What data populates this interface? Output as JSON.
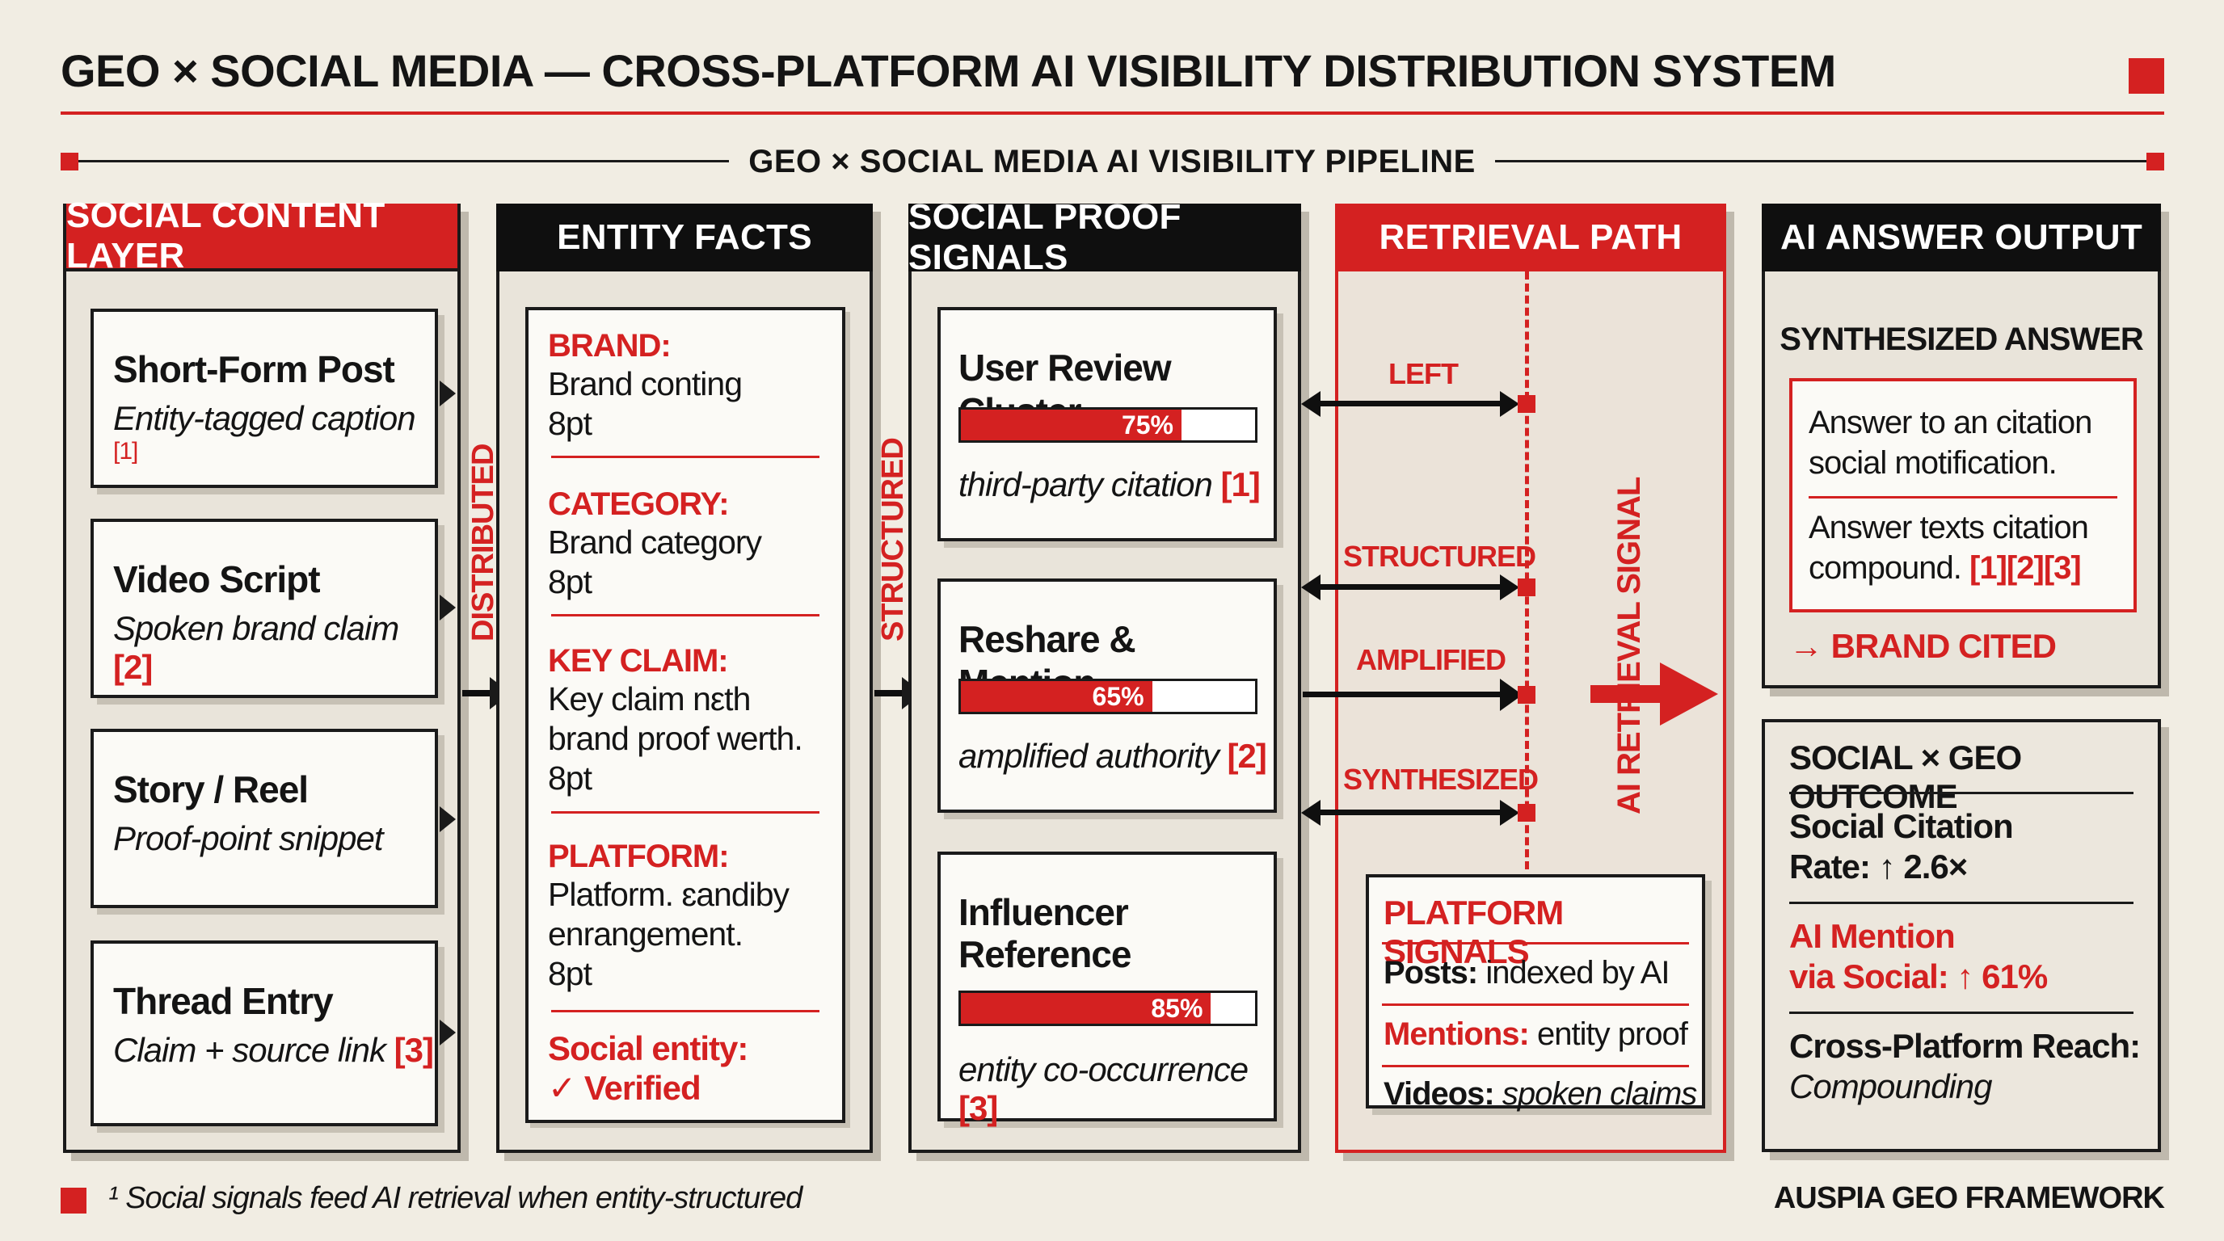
{
  "title": "GEO × SOCIAL MEDIA — CROSS-PLATFORM AI VISIBILITY DISTRIBUTION SYSTEM",
  "pipeline_label": "GEO × SOCIAL MEDIA AI VISIBILITY PIPELINE",
  "columns": {
    "social_content": {
      "header": "SOCIAL CONTENT LAYER",
      "cards": [
        {
          "title": "Short-Form Post",
          "sub": "Entity-tagged caption",
          "ref": "[1]"
        },
        {
          "title": "Video Script",
          "sub": "Spoken brand claim",
          "ref": "[2]"
        },
        {
          "title": "Story / Reel",
          "sub": "Proof-point snippet",
          "ref": ""
        },
        {
          "title": "Thread Entry",
          "sub": "Claim + source link",
          "ref": "[3]"
        }
      ],
      "side_label": "DISTRIBUTED"
    },
    "entity_facts": {
      "header": "ENTITY FACTS",
      "facts": [
        {
          "label": "BRAND:",
          "body": "Brand conting",
          "size": "8pt"
        },
        {
          "label": "CATEGORY:",
          "body": "Brand category",
          "size": "8pt"
        },
        {
          "label": "KEY CLAIM:",
          "body1": "Key claim nεth",
          "body2": "brand proof werth.",
          "size": "8pt"
        },
        {
          "label": "PLATFORM:",
          "body1": "Platform. ɛandiby",
          "body2": "enrangement.",
          "size": "8pt"
        }
      ],
      "social_entity_label": "Social entity:",
      "verified": "✓ Verified",
      "side_label": "STRUCTURED"
    },
    "social_proof": {
      "header": "SOCIAL PROOF SIGNALS",
      "cards": [
        {
          "title": "User Review Cluster",
          "percent": 75,
          "percent_label": "75%",
          "sub": "third-party citation",
          "ref": "[1]"
        },
        {
          "title": "Reshare & Mention",
          "percent": 65,
          "percent_label": "65%",
          "sub": "amplified authority",
          "ref": "[2]"
        },
        {
          "title1": "Influencer",
          "title2": "Reference",
          "percent": 85,
          "percent_label": "85%",
          "sub": "entity co-occurrence",
          "ref": "[3]"
        }
      ]
    },
    "retrieval": {
      "header": "RETRIEVAL PATH",
      "signals": [
        "LEFT",
        "STRUCTURED",
        "AMPLIFIED",
        "SYNTHESIZED"
      ],
      "vertical_label": "AI RETRIEVAL SIGNAL",
      "platform_signals": {
        "heading": "PLATFORM SIGNALS",
        "rows": [
          {
            "key": "Posts:",
            "value": " indexed by AI"
          },
          {
            "key": "Mentions:",
            "value": " entity proof"
          },
          {
            "key": "Videos:",
            "value": " spoken claims"
          }
        ]
      }
    },
    "ai_output": {
      "header": "AI ANSWER OUTPUT",
      "synth_heading": "SYNTHESIZED ANSWER",
      "answer1": "Answer to an citation social motification.",
      "answer2": "Answer texts citation compound.",
      "answer2_refs": "[1][2][3]",
      "brand_cited": "→ BRAND CITED",
      "outcome": {
        "heading": "SOCIAL × GEO OUTCOME",
        "row1_line1": "Social Citation",
        "row1_line2": "Rate: ↑ 2.6×",
        "row2_line1": "AI Mention",
        "row2_line2": "via Social: ↑ 61%",
        "row3_line1": "Cross-Platform Reach:",
        "row3_line2": "Compounding"
      }
    }
  },
  "footnote": "¹ Social signals feed AI retrieval when entity-structured",
  "brand": "AUSPIA GEO FRAMEWORK",
  "colors": {
    "accent": "#d42121",
    "ink": "#141414",
    "paper": "#f1ede3"
  }
}
